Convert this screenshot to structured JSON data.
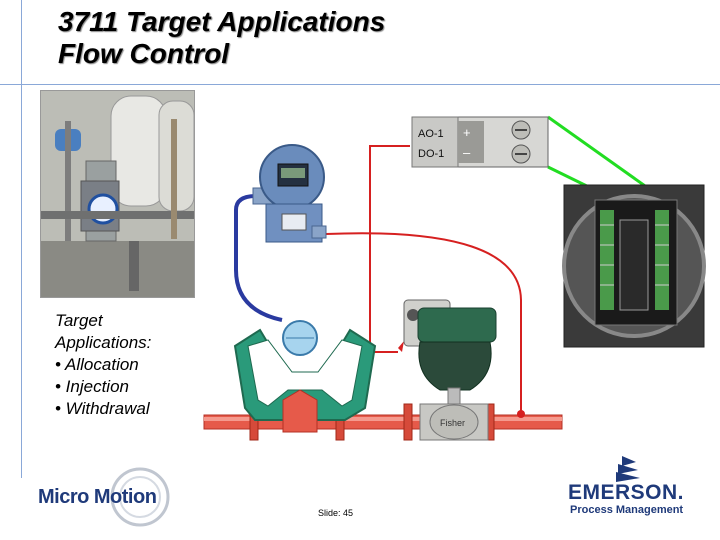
{
  "title": {
    "line1": "3711 Target Applications",
    "line2": "Flow Control"
  },
  "targets": {
    "heading1": "Target",
    "heading2": "Applications:",
    "items": [
      "• Allocation",
      "• Injection",
      "• Withdrawal"
    ]
  },
  "terminal_block": {
    "ao": "AO-1",
    "do": "DO-1",
    "plus": "+",
    "minus": "–"
  },
  "valve_brand": "Fisher",
  "footer": {
    "left_logo": "Micro Motion",
    "slide_number": "Slide: 45",
    "right_logo_name": "EMERSON.",
    "right_logo_sub": "Process Management"
  },
  "colors": {
    "accent_line": "#8aa8d8",
    "wire": "#d62020",
    "callout": "#22dd22",
    "brand": "#1f3a7a"
  }
}
